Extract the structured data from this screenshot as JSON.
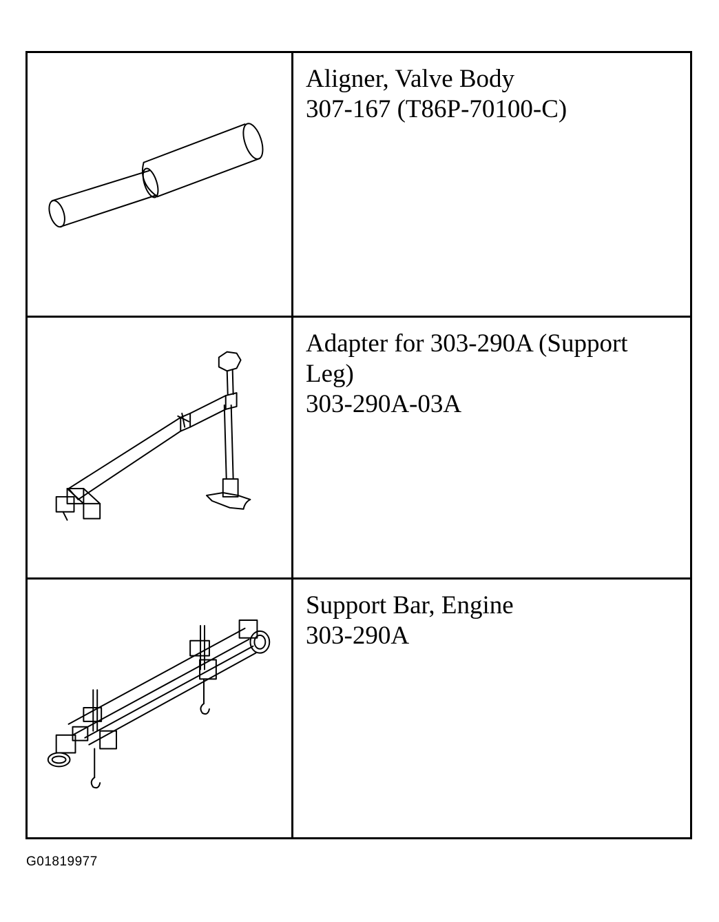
{
  "tools": [
    {
      "name": "Aligner, Valve Body",
      "part_number": "307-167 (T86P-70100-C)",
      "illustration_icon": "valve-body-aligner-drawing"
    },
    {
      "name": "Adapter for 303-290A (Support Leg)",
      "part_number": "303-290A-03A",
      "illustration_icon": "support-leg-adapter-drawing"
    },
    {
      "name": "Support Bar, Engine",
      "part_number": "303-290A",
      "illustration_icon": "engine-support-bar-drawing"
    }
  ],
  "figure_id": "G01819977"
}
